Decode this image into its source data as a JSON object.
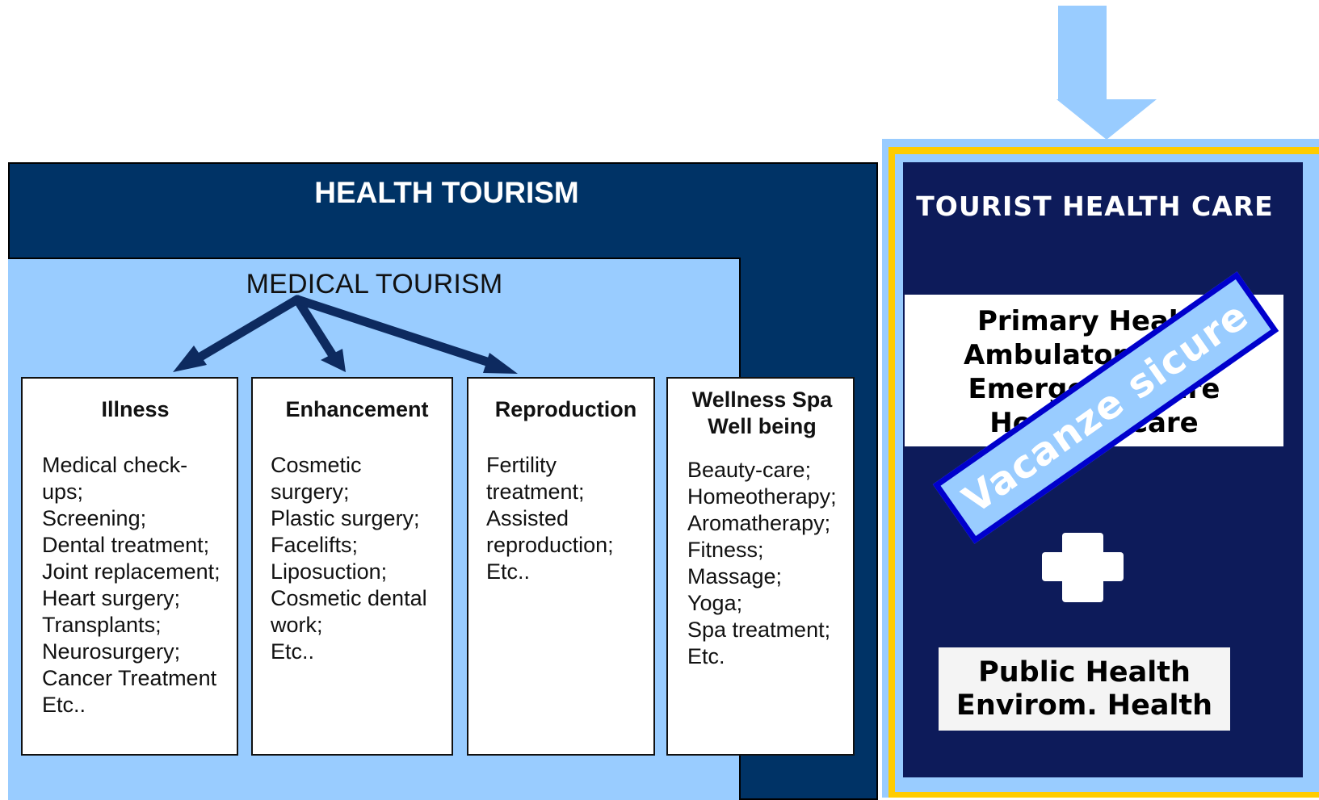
{
  "health_tourism": {
    "title": "HEALTH TOURISM"
  },
  "medical_tourism": {
    "title": "MEDICAL TOURISM"
  },
  "categories": [
    {
      "title": "Illness",
      "items": [
        "Medical check-\nups;",
        "Screening;",
        "Dental treatment;",
        "Joint replacement;",
        "Heart surgery;",
        "Transplants;",
        "Neurosurgery;",
        "Cancer Treatment",
        "Etc.."
      ]
    },
    {
      "title": "Enhancement",
      "items": [
        "Cosmetic\nsurgery;",
        "Plastic surgery;",
        "Facelifts;",
        "Liposuction;",
        "Cosmetic dental\nwork;",
        "Etc.."
      ]
    },
    {
      "title": "Reproduction",
      "items": [
        "Fertility\ntreatment;",
        "Assisted\nreproduction;",
        "Etc.."
      ]
    },
    {
      "title": "Wellness  Spa\nWell being",
      "items": [
        "Beauty-care;",
        "Homeotherapy;",
        "Aromatherapy;",
        "Fitness;",
        "Massage;",
        "Yoga;",
        "Spa treatment;",
        "Etc."
      ]
    }
  ],
  "tourist_health_care": {
    "title": "TOURIST HEALTH CARE",
    "services": [
      "Primary Health",
      "Ambulatory Care",
      "Emergency Care",
      "Hospital Care"
    ],
    "banner": "Vacanze sicure",
    "public_health": [
      "Public Health",
      "Envirom. Health"
    ]
  },
  "colors": {
    "navy": "#003366",
    "light_blue": "#99ccff",
    "dark_navy": "#0d1b5a",
    "gold": "#ffcc00",
    "banner_border": "#0000cc"
  }
}
